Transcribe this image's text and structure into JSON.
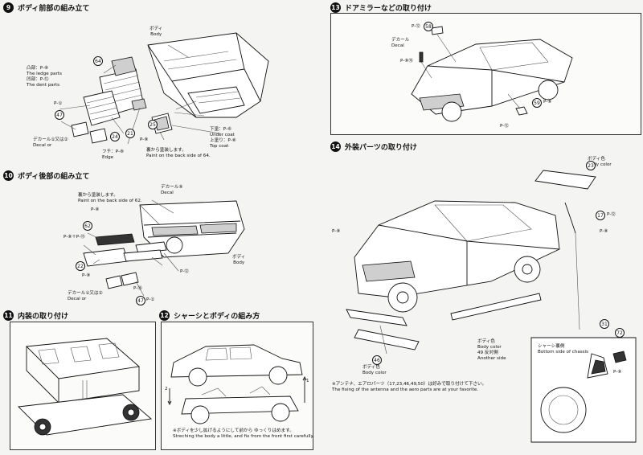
{
  "steps": [
    {
      "num": "9",
      "title": "ボディ前部の組み立て"
    },
    {
      "num": "10",
      "title": "ボディ後部の組み立て"
    },
    {
      "num": "11",
      "title": "内装の取り付け"
    },
    {
      "num": "12",
      "title": "シャーシとボディの組み方"
    },
    {
      "num": "13",
      "title": "ドアミラーなどの取り付け"
    },
    {
      "num": "14",
      "title": "外装パーツの取り付け"
    }
  ],
  "s9": {
    "body_jp": "ボディ",
    "body_en": "Body",
    "ledge_jp": "凸部：P-⑧",
    "ledge_en": "The ledge parts",
    "dent_jp": "凹部：P-⑫",
    "dent_en": "The dent parts",
    "p1": "P-①",
    "n47": "47",
    "n64": "64",
    "n24": "24",
    "n21": "21",
    "n25": "25",
    "decal_jp": "デカール①又は②",
    "decal_en": "Decal",
    "or": "or",
    "edge_jp": "フチ：P-⑧",
    "edge_en": "Edge",
    "under_jp": "下塗：P-⑥",
    "under_en": "Under coat",
    "top_jp": "上塗り：P-⑧",
    "top_en": "Top coat",
    "back_jp": "裏から塗装します。",
    "back_en": "Paint on the back side of 64.",
    "p8": "P-⑧"
  },
  "s10": {
    "decal_jp": "デカール⑨",
    "decal_en": "Decal",
    "back_jp": "裏から塗装します。",
    "back_en": "Paint on the back side of 62.",
    "p8": "P-⑧",
    "p8b": "P-⑧＋P-⑬",
    "n62": "62",
    "n22": "22",
    "p8c": "P-⑧",
    "p12": "P-⑫",
    "body_jp": "ボディ",
    "body_en": "Body",
    "decal2_jp": "デカール①又は②",
    "decal2_en": "Decal",
    "or": "or",
    "p56": "P-⑯",
    "n47": "47",
    "p1": "P-①"
  },
  "s12": {
    "note_jp": "※ボディを少し拡げるようにして前から ゆっくりはめます。",
    "note_en": "Streching the body a little, and fix from the front first carefully.",
    "n1": "1",
    "n2": "2"
  },
  "s13": {
    "n58": "58",
    "p12": "P-⑫",
    "decal_jp": "デカール",
    "decal_en": "Decal",
    "p66": "P-⑧⑯",
    "n59": "59",
    "p8": "P-⑧",
    "p12b": "P-⑫"
  },
  "s14": {
    "bodycolor_jp": "ボディ色",
    "bodycolor_en": "Body color",
    "n23": "23",
    "n17": "17",
    "p12": "P-⑫",
    "p8": "P-⑧",
    "p8b": "P-⑧",
    "n46": "46",
    "bodycolor2_jp": "ボディ色",
    "bodycolor2_en": "Body color",
    "bodycolor3_jp": "ボディ色",
    "bodycolor3_en": "Body color",
    "another_jp": "49 反対側",
    "another_en": "Another side",
    "chassis_jp": "シャーシ裏側",
    "chassis_en": "Bottom side of chassis",
    "n31": "31",
    "n72": "72",
    "p8c": "P-⑧",
    "note_jp": "※アンテナ、エアロパーツ（17,23,46,49,50）は好みで取り付けて下さい。",
    "note_en": "The fixing of the antenna and the aero parts are at your favorite."
  }
}
